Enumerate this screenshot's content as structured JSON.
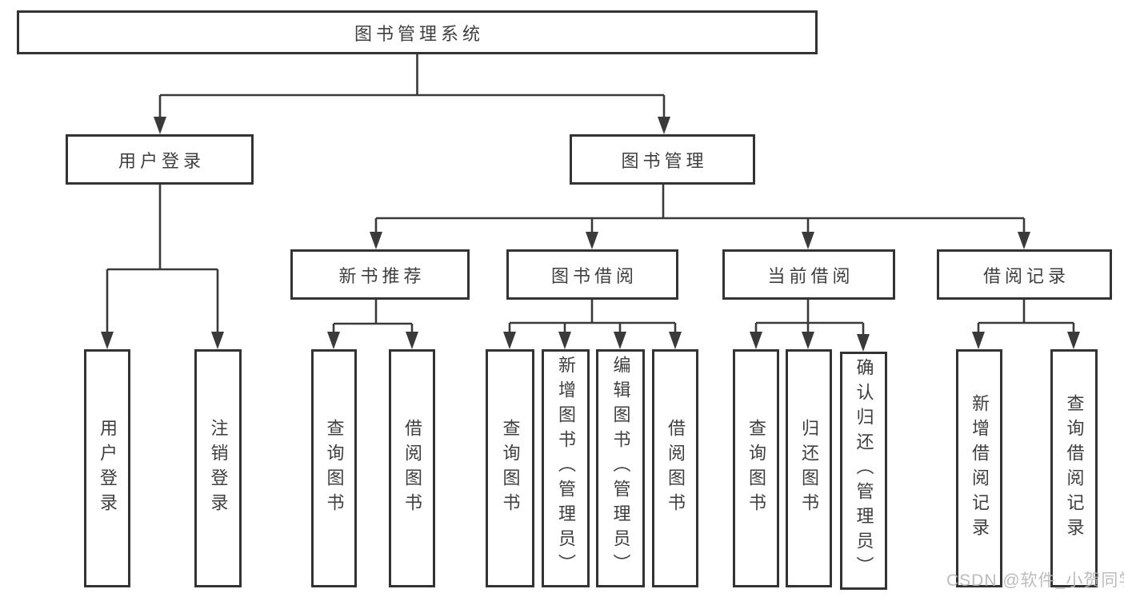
{
  "title": {
    "label": "图书管理系统"
  },
  "colors": {
    "border": "#333333",
    "line": "#3a3a3a",
    "text": "#3f3f3f",
    "watermark_text": "#b5b5b5",
    "background": "#ffffff"
  },
  "watermark": {
    "label": "CSDN @软件_小贺同学"
  },
  "tree": {
    "label": "图书管理系统",
    "children": [
      {
        "label": "用户登录",
        "children": [
          {
            "label": "用户登录"
          },
          {
            "label": "注销登录"
          }
        ]
      },
      {
        "label": "图书管理",
        "children": [
          {
            "label": "新书推荐",
            "children": [
              {
                "label": "查询图书"
              },
              {
                "label": "借阅图书"
              }
            ]
          },
          {
            "label": "图书借阅",
            "children": [
              {
                "label": "查询图书"
              },
              {
                "label": "新增图书（管理员）"
              },
              {
                "label": "编辑图书（管理员）"
              },
              {
                "label": "借阅图书"
              }
            ]
          },
          {
            "label": "当前借阅",
            "children": [
              {
                "label": "查询图书"
              },
              {
                "label": "归还图书"
              },
              {
                "label": "确认归还（管理员）"
              }
            ]
          },
          {
            "label": "借阅记录",
            "children": [
              {
                "label": "新增借阅记录"
              },
              {
                "label": "查询借阅记录"
              }
            ]
          }
        ]
      }
    ]
  },
  "edges": [
    {
      "from": "图书管理系统",
      "to": "用户登录"
    },
    {
      "from": "图书管理系统",
      "to": "图书管理"
    },
    {
      "from": "用户登录",
      "to": "用户登录"
    },
    {
      "from": "用户登录",
      "to": "注销登录"
    },
    {
      "from": "图书管理",
      "to": "新书推荐"
    },
    {
      "from": "图书管理",
      "to": "图书借阅"
    },
    {
      "from": "图书管理",
      "to": "当前借阅"
    },
    {
      "from": "图书管理",
      "to": "借阅记录"
    },
    {
      "from": "新书推荐",
      "to": "查询图书"
    },
    {
      "from": "新书推荐",
      "to": "借阅图书"
    },
    {
      "from": "图书借阅",
      "to": "查询图书"
    },
    {
      "from": "图书借阅",
      "to": "新增图书（管理员）"
    },
    {
      "from": "图书借阅",
      "to": "编辑图书（管理员）"
    },
    {
      "from": "图书借阅",
      "to": "借阅图书"
    },
    {
      "from": "当前借阅",
      "to": "查询图书"
    },
    {
      "from": "当前借阅",
      "to": "归还图书"
    },
    {
      "from": "当前借阅",
      "to": "确认归还（管理员）"
    },
    {
      "from": "借阅记录",
      "to": "新增借阅记录"
    },
    {
      "from": "借阅记录",
      "to": "查询借阅记录"
    }
  ]
}
